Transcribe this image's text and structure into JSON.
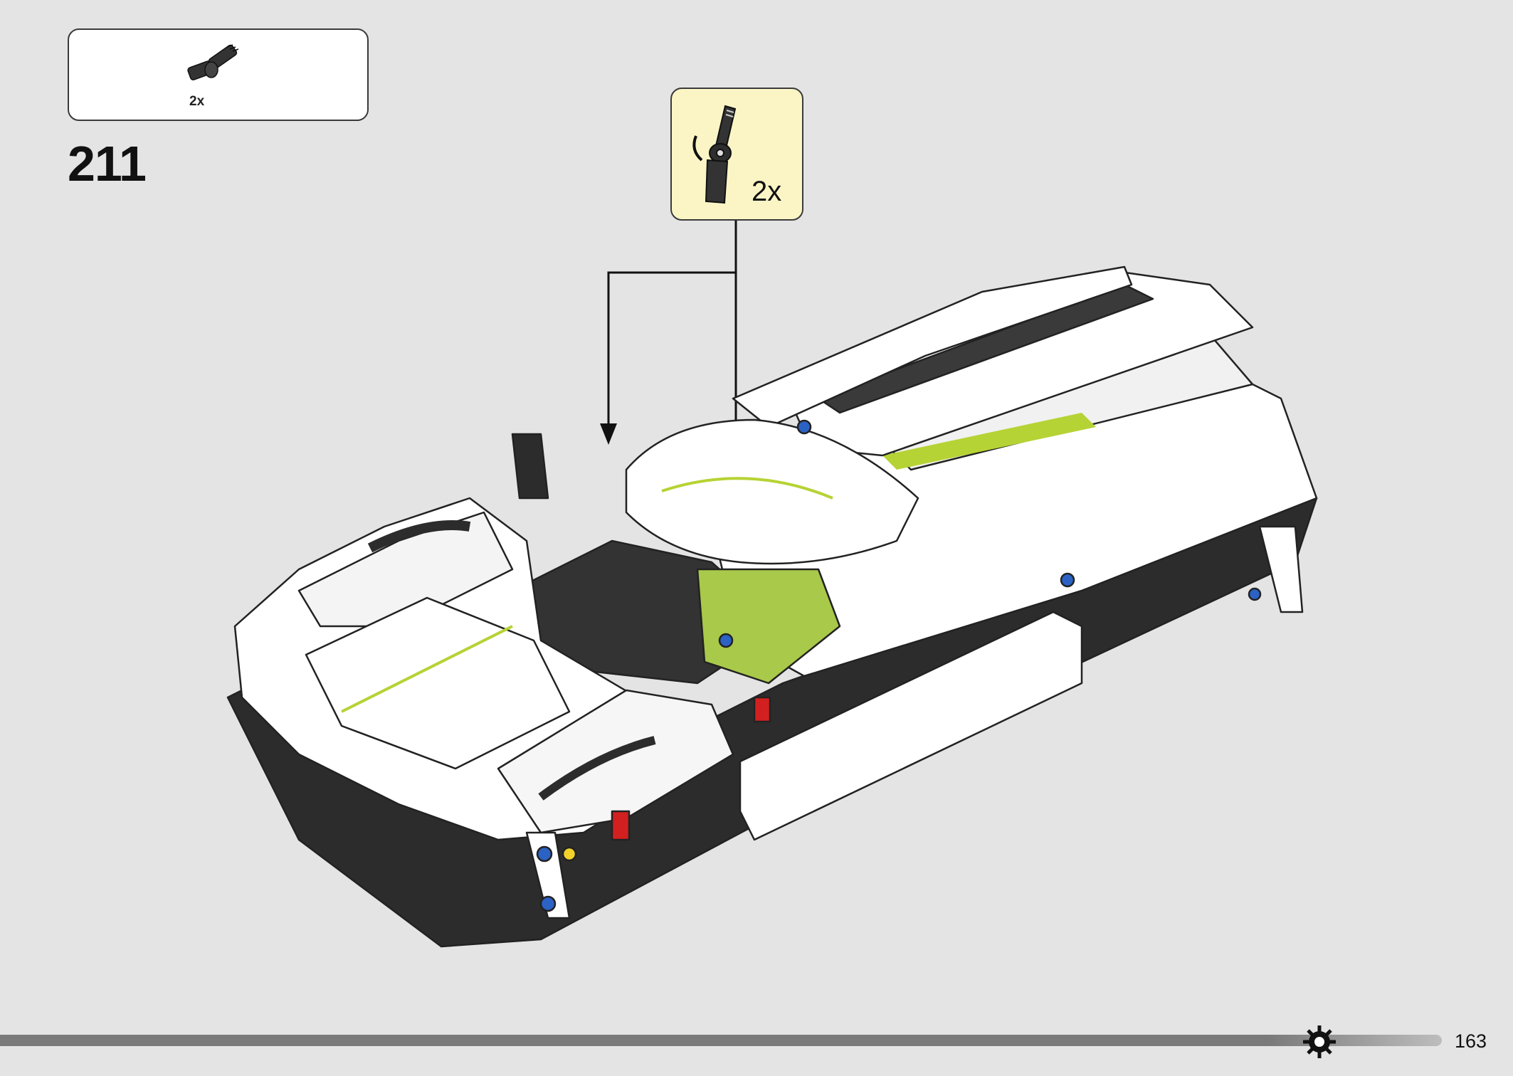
{
  "parts_list": {
    "items": [
      {
        "part": "angle-connector-icon",
        "quantity": "2x"
      }
    ]
  },
  "step": {
    "number": "211"
  },
  "callout": {
    "part": "angle-connector-icon",
    "quantity": "2x",
    "background": "#fbf5c6"
  },
  "model": {
    "subject": "white-lego-technic-hypercar-model"
  },
  "footer": {
    "progress": 0.87,
    "icon": "gear-icon",
    "page_number": "163"
  },
  "colors": {
    "background": "#e4e4e4",
    "callout_fill": "#fbf5c6",
    "accent_green": "#b5d334",
    "progress_bar": "#7a7a7a"
  }
}
